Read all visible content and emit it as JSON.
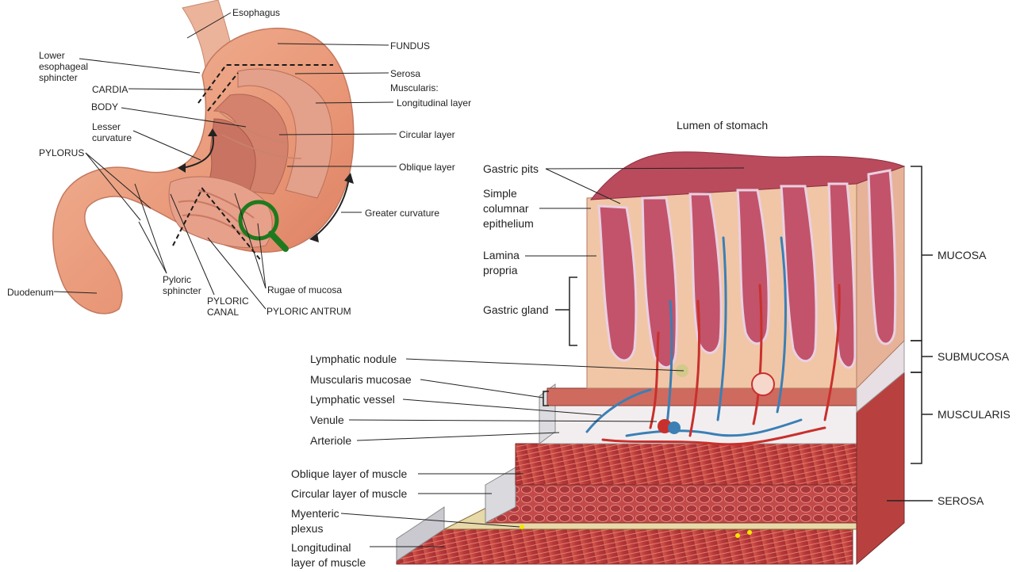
{
  "stomach_labels": {
    "esophagus": "Esophagus",
    "lower_esophageal_sphincter": "Lower\nesophageal\nsphincter",
    "cardia": "CARDIA",
    "body": "BODY",
    "lesser_curvature": "Lesser\ncurvature",
    "pylorus": "PYLORUS",
    "duodenum": "Duodenum",
    "pyloric_sphincter": "Pyloric\nsphincter",
    "pyloric_canal": "PYLORIC\nCANAL",
    "pyloric_antrum": "PYLORIC ANTRUM",
    "rugae_of_mucosa": "Rugae of mucosa",
    "fundus": "FUNDUS",
    "serosa": "Serosa",
    "muscularis": "Muscularis:",
    "longitudinal_layer": "Longitudinal layer",
    "circular_layer": "Circular layer",
    "oblique_layer": "Oblique layer",
    "greater_curvature": "Greater curvature"
  },
  "wall_labels": {
    "lumen": "Lumen of stomach",
    "gastric_pits": "Gastric pits",
    "simple_columnar_epithelium": "Simple\ncolumnar\nepithelium",
    "lamina_propria": "Lamina\npropria",
    "gastric_gland": "Gastric gland",
    "lymphatic_nodule": "Lymphatic nodule",
    "muscularis_mucosae": "Muscularis mucosae",
    "lymphatic_vessel": "Lymphatic vessel",
    "venule": "Venule",
    "arteriole": "Arteriole",
    "oblique_muscle": "Oblique layer of muscle",
    "circular_muscle": "Circular layer of muscle",
    "myenteric_plexus": "Myenteric\nplexus",
    "longitudinal_muscle": "Longitudinal\nlayer of muscle",
    "mucosa": "MUCOSA",
    "submucosa": "SUBMUCOSA",
    "muscularis_layer": "MUSCULARIS",
    "serosa_layer": "SEROSA"
  },
  "icons": {
    "zoom": "magnifier-icon"
  },
  "colors": {
    "tissue": "#e9a58a",
    "muscle": "#c94a45",
    "mucosa": "#b5465a",
    "vein": "#3b7fb4",
    "artery": "#c9302c",
    "zoom": "#1e7a1e"
  }
}
